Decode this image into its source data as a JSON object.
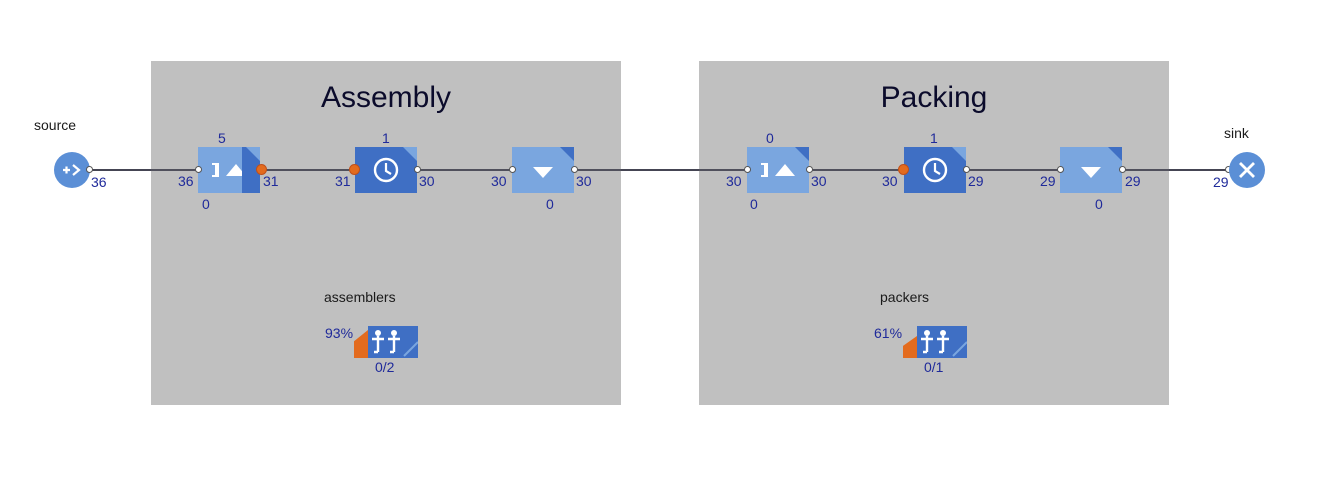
{
  "areas": {
    "assembly": "Assembly",
    "packing": "Packing"
  },
  "labels": {
    "source": "source",
    "sink": "sink",
    "assemblers": "assemblers",
    "packers": "packers"
  },
  "counts": {
    "source_out": "36",
    "asm_combine_in": "36",
    "asm_combine_out": "31",
    "asm_combine_top": "5",
    "asm_combine_bottom": "0",
    "asm_delay_in": "31",
    "asm_delay_out": "30",
    "asm_delay_top": "1",
    "asm_release_in": "30",
    "asm_release_out": "30",
    "asm_release_bottom": "0",
    "pack_seize_in": "30",
    "pack_seize_out": "30",
    "pack_seize_top": "0",
    "pack_seize_bottom": "0",
    "pack_delay_in": "30",
    "pack_delay_out": "29",
    "pack_delay_top": "1",
    "pack_release_in": "29",
    "pack_release_out": "29",
    "pack_release_bottom": "0",
    "sink_in": "29"
  },
  "resources": {
    "assemblers_util": "93%",
    "assemblers_count": "0/2",
    "packers_util": "61%",
    "packers_count": "0/1"
  },
  "colors": {
    "area_bg": "#c0c0c0",
    "block_light": "#7aa6df",
    "block_dark": "#3f6fc4",
    "accent_orange": "#e36b1e",
    "count_text": "#1f2a9a"
  }
}
